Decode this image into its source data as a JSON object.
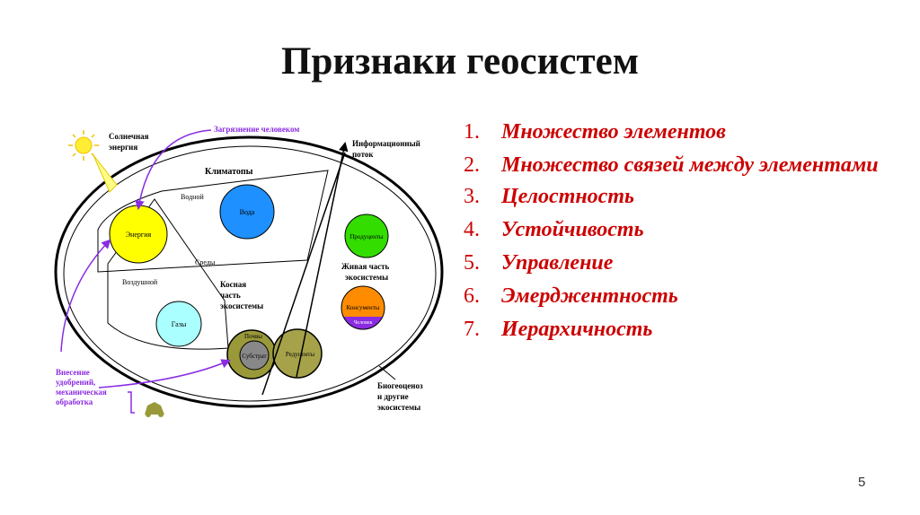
{
  "title": "Признаки геосистем",
  "diagram": {
    "sun_label": [
      "Солнечная",
      "энергия"
    ],
    "pollution_label": "Загрязнение человеком",
    "info_flow_label": [
      "Информационный",
      "поток"
    ],
    "climatopes_label": "Климатопы",
    "water_env_label": "Водной",
    "air_env_label": "Воздушной",
    "envs_label": "Среды",
    "energy_label": "Энергия",
    "water_label": "Вода",
    "gases_label": "Газы",
    "inert_part_label": [
      "Косная",
      "часть",
      "экосистемы"
    ],
    "soils_label": "Почвы",
    "substrate_label": "Субстрат",
    "reducers_label": "Редуценты",
    "producers_label": "Продуценты",
    "living_part_label": [
      "Живая часть",
      "экосистемы"
    ],
    "consumers_label": "Консументы",
    "human_label": "Человек",
    "fertilizer_label": [
      "Внесение",
      "удобрений,",
      "механическая",
      "обработка"
    ],
    "biogeocenosis_label": [
      "Биогеоценоз",
      "и другие",
      "экосистемы"
    ],
    "colors": {
      "sun": "#ffee33",
      "energy": "#ffff00",
      "water": "#1e90ff",
      "gases": "#aaffff",
      "soils": "#99993a",
      "substrate": "#888888",
      "reducers": "#a6a24a",
      "producers": "#33dd00",
      "consumers": "#ff8c00",
      "human": "#8a2be2",
      "arrows": "#8a2be2"
    }
  },
  "features": [
    {
      "num": "1.",
      "text": "Множество элементов"
    },
    {
      "num": "2.",
      "text": "Множество связей между элементами"
    },
    {
      "num": "3.",
      "text": "Целостность"
    },
    {
      "num": "4.",
      "text": "Устойчивость"
    },
    {
      "num": "5.",
      "text": "Управление"
    },
    {
      "num": "6.",
      "text": "Эмерджентность"
    },
    {
      "num": "7.",
      "text": "Иерархичность"
    }
  ],
  "page_number": "5"
}
